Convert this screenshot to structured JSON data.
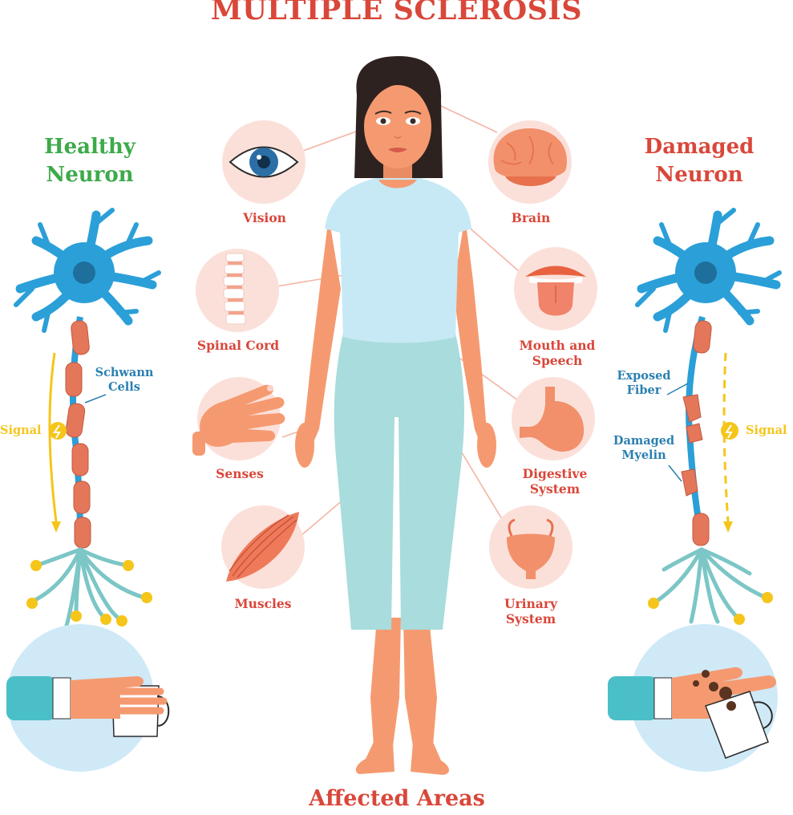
{
  "title": "MULTIPLE SCLEROSIS",
  "footer": "Affected Areas",
  "healthy": {
    "heading_line1": "Healthy",
    "heading_line2": "Neuron",
    "schwann_line1": "Schwann",
    "schwann_line2": "Cells",
    "signal": "Signal"
  },
  "damaged": {
    "heading_line1": "Damaged",
    "heading_line2": "Neuron",
    "exposed_line1": "Exposed",
    "exposed_line2": "Fiber",
    "myelin_line1": "Damaged",
    "myelin_line2": "Myelin",
    "signal": "Signal"
  },
  "organs": {
    "vision": "Vision",
    "spinal_cord": "Spinal Cord",
    "senses": "Senses",
    "muscles": "Muscles",
    "brain": "Brain",
    "mouth_line1": "Mouth and",
    "mouth_line2": "Speech",
    "digestive_line1": "Digestive",
    "digestive_line2": "System",
    "urinary_line1": "Urinary",
    "urinary_line2": "System"
  },
  "colors": {
    "title_red": "#d9473a",
    "healthy_green": "#3daa4a",
    "neuron_blue": "#2b9fd8",
    "label_blue": "#2a7fb0",
    "signal_yellow": "#f5c51a",
    "organ_circle": "#fbe0da",
    "skin": "#f59a70",
    "shirt": "#c6e9f5",
    "pants": "#a9dcdc",
    "hair": "#2e2220"
  }
}
